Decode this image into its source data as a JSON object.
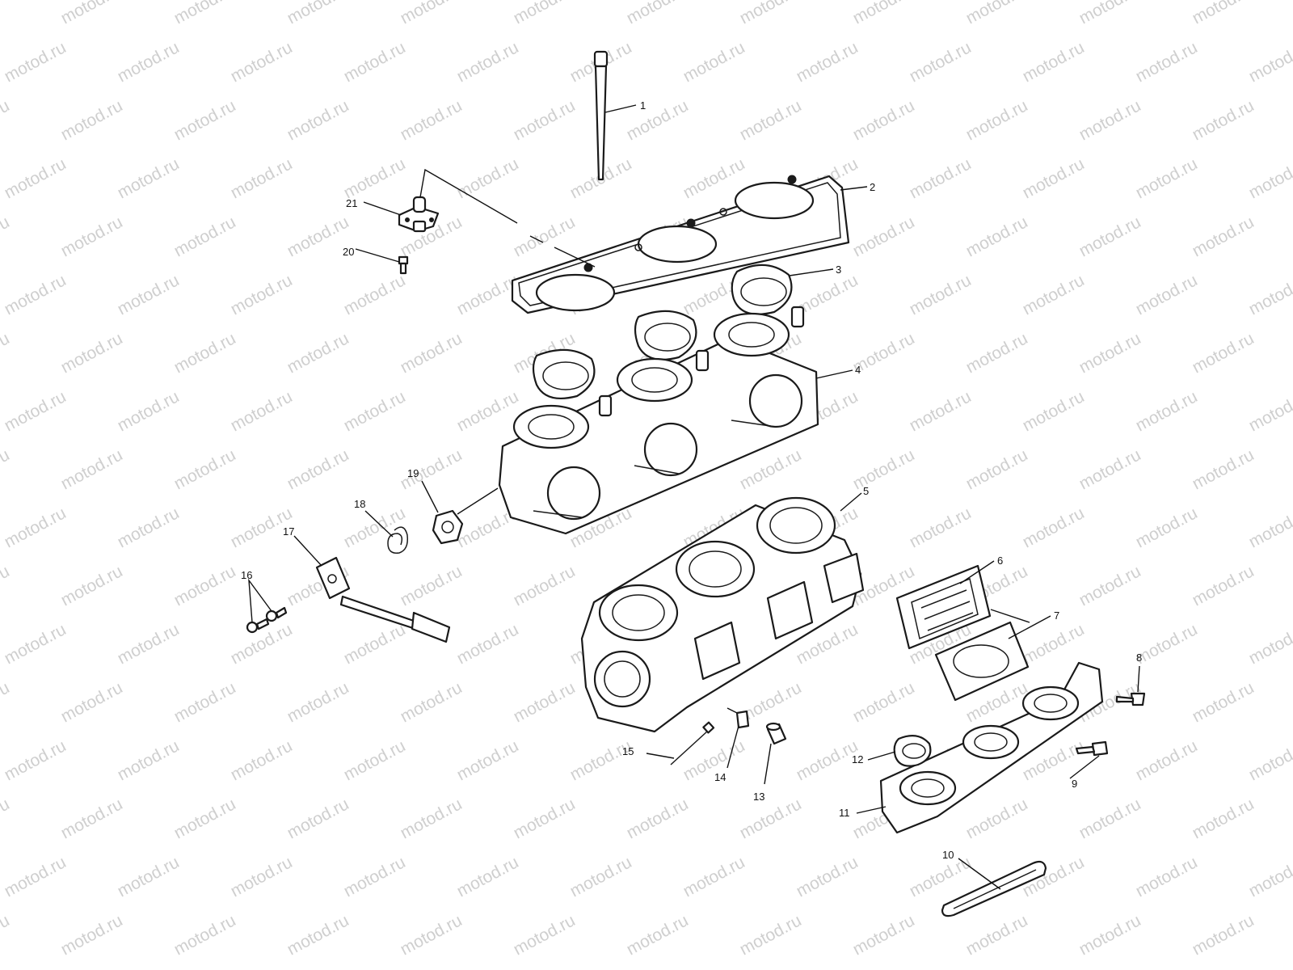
{
  "watermark": {
    "text": "motod.ru",
    "color": "#cfcfcf"
  },
  "callouts": [
    {
      "id": "1",
      "text": "1"
    },
    {
      "id": "2",
      "text": "2"
    },
    {
      "id": "3",
      "text": "3"
    },
    {
      "id": "4",
      "text": "4"
    },
    {
      "id": "5",
      "text": "5"
    },
    {
      "id": "6",
      "text": "6"
    },
    {
      "id": "7",
      "text": "7"
    },
    {
      "id": "8",
      "text": "8"
    },
    {
      "id": "9",
      "text": "9"
    },
    {
      "id": "10",
      "text": "10"
    },
    {
      "id": "11",
      "text": "11"
    },
    {
      "id": "12",
      "text": "12"
    },
    {
      "id": "13",
      "text": "13"
    },
    {
      "id": "14",
      "text": "14"
    },
    {
      "id": "15",
      "text": "15"
    },
    {
      "id": "16",
      "text": "16"
    },
    {
      "id": "17",
      "text": "17"
    },
    {
      "id": "18",
      "text": "18"
    },
    {
      "id": "19",
      "text": "19"
    },
    {
      "id": "20",
      "text": "20"
    },
    {
      "id": "21",
      "text": "21"
    }
  ]
}
